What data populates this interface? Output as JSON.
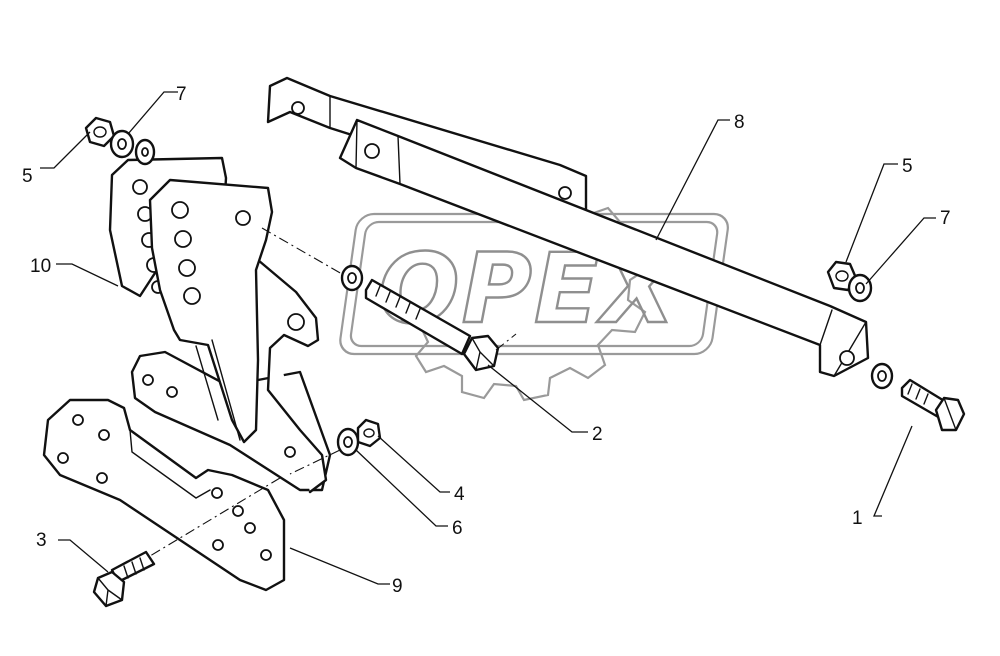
{
  "watermark": {
    "text": "OPEX"
  },
  "callouts": [
    {
      "id": "1",
      "label": "1"
    },
    {
      "id": "2",
      "label": "2"
    },
    {
      "id": "3",
      "label": "3"
    },
    {
      "id": "4",
      "label": "4"
    },
    {
      "id": "5a",
      "label": "5"
    },
    {
      "id": "5b",
      "label": "5"
    },
    {
      "id": "6",
      "label": "6"
    },
    {
      "id": "7a",
      "label": "7"
    },
    {
      "id": "7b",
      "label": "7"
    },
    {
      "id": "8",
      "label": "8"
    },
    {
      "id": "9",
      "label": "9"
    },
    {
      "id": "10",
      "label": "10"
    }
  ]
}
